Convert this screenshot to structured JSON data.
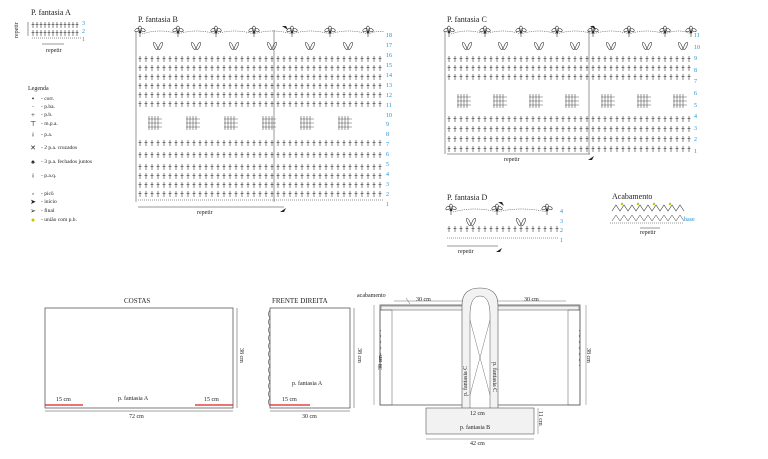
{
  "patterns": {
    "a": {
      "title": "P. fantasia A",
      "side_label": "repetir",
      "bottom_label": "repetir",
      "rows": [
        "3",
        "2",
        "1"
      ]
    },
    "b": {
      "title": "P. fantasia B",
      "bottom_label": "repetir",
      "rows": [
        "18",
        "17",
        "16",
        "15",
        "14",
        "13",
        "12",
        "11",
        "10",
        "9",
        "8",
        "7",
        "6",
        "5",
        "4",
        "3",
        "2",
        "1"
      ]
    },
    "c": {
      "title": "P. fantasia C",
      "bottom_label": "repetir",
      "rows": [
        "11",
        "10",
        "9",
        "8",
        "7",
        "6",
        "5",
        "4",
        "3",
        "2",
        "1"
      ]
    },
    "d": {
      "title": "P. fantasia D",
      "bottom_label": "repetir",
      "rows": [
        "4",
        "3",
        "2",
        "1"
      ]
    },
    "acabamento": {
      "title": "Acabamento",
      "bottom_label": "repetir",
      "base_label": "base"
    }
  },
  "legend": {
    "title": "Legenda",
    "items": [
      {
        "icon": "chain-icon",
        "label": "- corr."
      },
      {
        "icon": "low-point-icon",
        "label": "- p.ba."
      },
      {
        "icon": "slip-stitch-icon",
        "label": "- p.b."
      },
      {
        "icon": "half-double-icon",
        "label": "- m.p.a."
      },
      {
        "icon": "double-crochet-icon",
        "label": "- p.a."
      },
      {
        "icon": "crossed-double-icon",
        "label": "- 2 p.a. cruzados"
      },
      {
        "icon": "cluster-icon",
        "label": "- 3 p.a. fechados juntos"
      },
      {
        "icon": "relief-stitch-icon",
        "label": "- p.a.q."
      },
      {
        "icon": "picot-icon",
        "label": "- picô"
      },
      {
        "icon": "start-arrow-icon",
        "label": "- início"
      },
      {
        "icon": "end-arrow-icon",
        "label": "- final"
      },
      {
        "icon": "join-icon",
        "label": "- união com p.b."
      }
    ]
  },
  "schematic": {
    "costas": {
      "title": "COSTAS",
      "pattern": "p. fantasia A",
      "width": "72 cm",
      "height": "38 cm",
      "edge_left": "15 cm",
      "edge_right": "15 cm"
    },
    "frente_direita": {
      "title": "FRENTE DIREITA",
      "pattern": "p. fantasia A",
      "width": "30 cm",
      "height": "38 cm",
      "edge": "15 cm"
    },
    "assembly": {
      "acabamento": "acabamento",
      "top_left": "30 cm",
      "top_right": "30 cm",
      "strap_left": "p. fantasia C",
      "strap_right": "p. fantasia C",
      "strap_width": "12 cm",
      "height_left": "38 cm",
      "height_right": "38 cm",
      "bottom_pattern": "p. fantasia B",
      "bottom_width": "42 cm",
      "bottom_height": "11 cm"
    }
  }
}
